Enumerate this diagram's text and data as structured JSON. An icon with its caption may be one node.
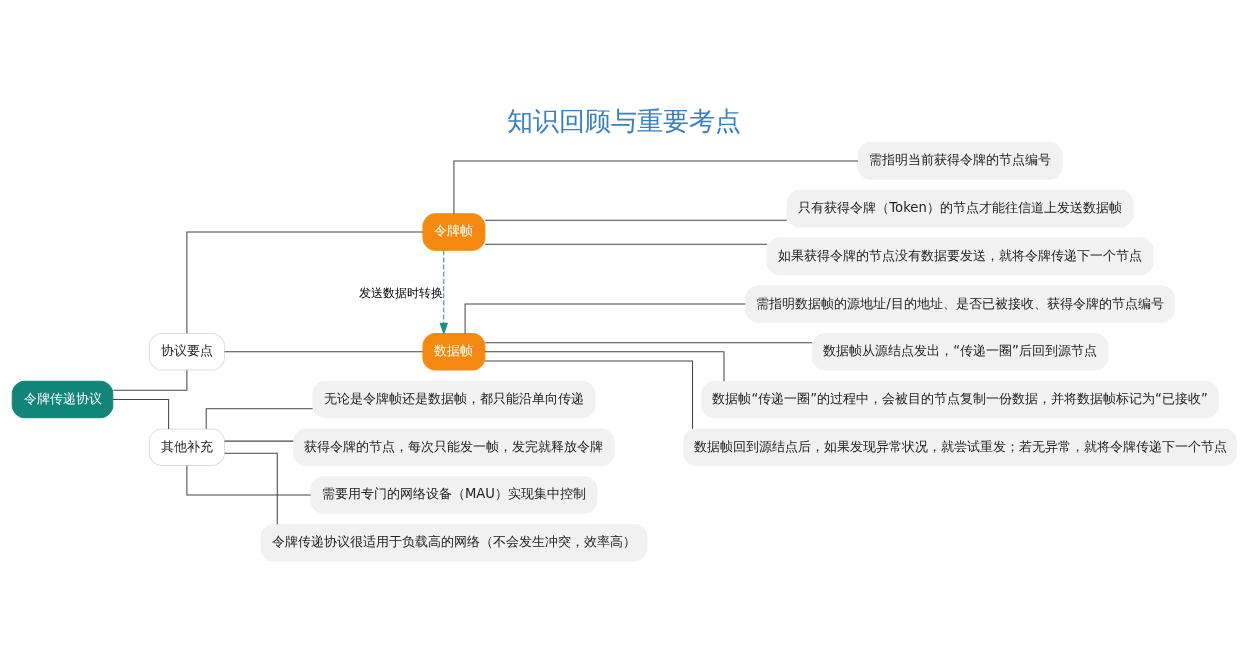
{
  "diagram": {
    "title": "知识回顾与重要考点",
    "nodes": [
      {
        "text": [
          "令牌传递协议"
        ]
      },
      {
        "text": [
          "协议要点"
        ]
      },
      {
        "text": [
          "令牌帧"
        ]
      },
      {
        "text": [
          "需指明当前获得令牌的节点编号"
        ]
      },
      {
        "text": [
          "只有获得令牌（Token）的节点才能往信道上发送数据帧"
        ]
      },
      {
        "text": [
          "如果获得令牌的节点没有数据要发送，就将令牌传递下一个节点"
        ]
      },
      {
        "text": [
          "数据帧"
        ]
      },
      {
        "text": [
          "需指明数据帧的源地址/目的地址、是否已被接收、获得令牌的节点编号"
        ]
      },
      {
        "text": [
          "数据帧从源结点发出，“传递一圈”后回到源节点"
        ]
      },
      {
        "text": [
          "数据帧“传递一圈”的过程中，会被目的节点复制一份数据，并将数据帧标记为“已接收”"
        ]
      },
      {
        "text": [
          "数据帧回到源结点后，如果发现异常状况，就尝试重发；若无异常，就将令牌传递下一个节点"
        ]
      },
      {
        "text": [
          "其他补充"
        ]
      },
      {
        "text": [
          "无论是令牌帧还是数据帧，都只能沿单向传递"
        ]
      },
      {
        "text": [
          "获得令牌的节点，每次只能发一帧，发完就释放令牌"
        ]
      },
      {
        "text": [
          "需要用专门的网络设备（MAU）实现集中控制"
        ]
      },
      {
        "text": [
          "令牌传递协议很适用于负载高的网络（不会发生冲突，效率高）"
        ]
      }
    ],
    "edges": [
      {
        "from": 0,
        "to": 1,
        "arrow": "none"
      },
      {
        "from": 1,
        "to": 2,
        "arrow": "none"
      },
      {
        "from": 2,
        "to": 3,
        "arrow": "none"
      },
      {
        "from": 2,
        "to": 4,
        "arrow": "none"
      },
      {
        "from": 2,
        "to": 5,
        "arrow": "none"
      },
      {
        "from": 1,
        "to": 6,
        "arrow": "none"
      },
      {
        "from": 6,
        "to": 7,
        "arrow": "none"
      },
      {
        "from": 6,
        "to": 8,
        "arrow": "none"
      },
      {
        "from": 6,
        "to": 9,
        "arrow": "none"
      },
      {
        "from": 6,
        "to": 10,
        "arrow": "none"
      },
      {
        "from": 2,
        "to": 6,
        "arrow": "to",
        "label": "发送数据时转换",
        "style": "dashed",
        "color": "#1a8f86"
      },
      {
        "from": 0,
        "to": 11,
        "arrow": "none"
      },
      {
        "from": 11,
        "to": 12,
        "arrow": "none"
      },
      {
        "from": 11,
        "to": 13,
        "arrow": "none"
      },
      {
        "from": 11,
        "to": 14,
        "arrow": "none"
      },
      {
        "from": 11,
        "to": 15,
        "arrow": "none"
      }
    ]
  }
}
